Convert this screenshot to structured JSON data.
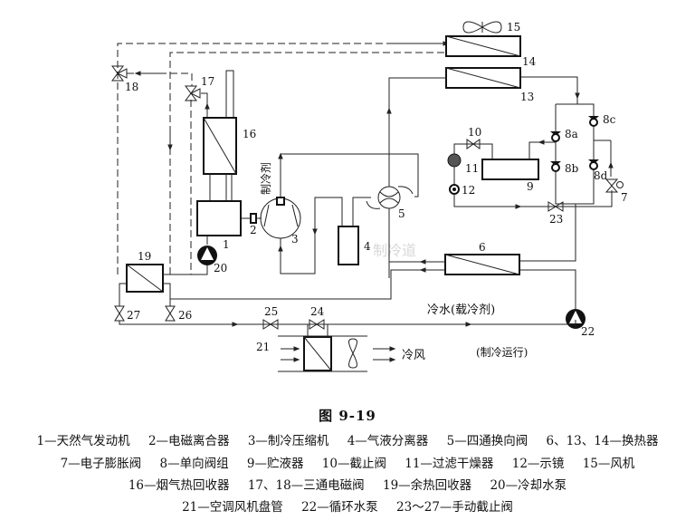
{
  "diagram": {
    "component_labels": {
      "c1": "1",
      "c2": "2",
      "c3": "3",
      "c4": "4",
      "c5": "5",
      "c6": "6",
      "c7": "7",
      "c8a": "8a",
      "c8b": "8b",
      "c8c": "8c",
      "c8d": "8d",
      "c9": "9",
      "c10": "10",
      "c11": "11",
      "c12": "12",
      "c13": "13",
      "c14": "14",
      "c15": "15",
      "c16": "16",
      "c17": "17",
      "c18": "18",
      "c19": "19",
      "c20": "20",
      "c21": "21",
      "c22": "22",
      "c23": "23",
      "c24": "24",
      "c25": "25",
      "c26": "26",
      "c27": "27"
    },
    "annotations": {
      "refrigerant": "制冷剂",
      "chilled_water": "冷水(载冷剂)",
      "cold_air": "冷风",
      "mode": "(制冷运行)"
    },
    "watermark": "制冷道"
  },
  "caption": {
    "figure_title": "图  9-19",
    "legend": [
      [
        "1—天然气发动机",
        "2—电磁离合器",
        "3—制冷压缩机",
        "4—气液分离器",
        "5—四通换向阀",
        "6、13、14—换热器"
      ],
      [
        "7—电子膨胀阀",
        "8—单向阀组",
        "9—贮液器",
        "10—截止阀",
        "11—过滤干燥器",
        "12—示镜",
        "15—风机"
      ],
      [
        "16—烟气热回收器",
        "17、18—三通电磁阀",
        "19—余热回收器",
        "20—冷却水泵"
      ],
      [
        "21—空调风机盘管",
        "22—循环水泵",
        "23～27—手动截止阀"
      ]
    ]
  }
}
